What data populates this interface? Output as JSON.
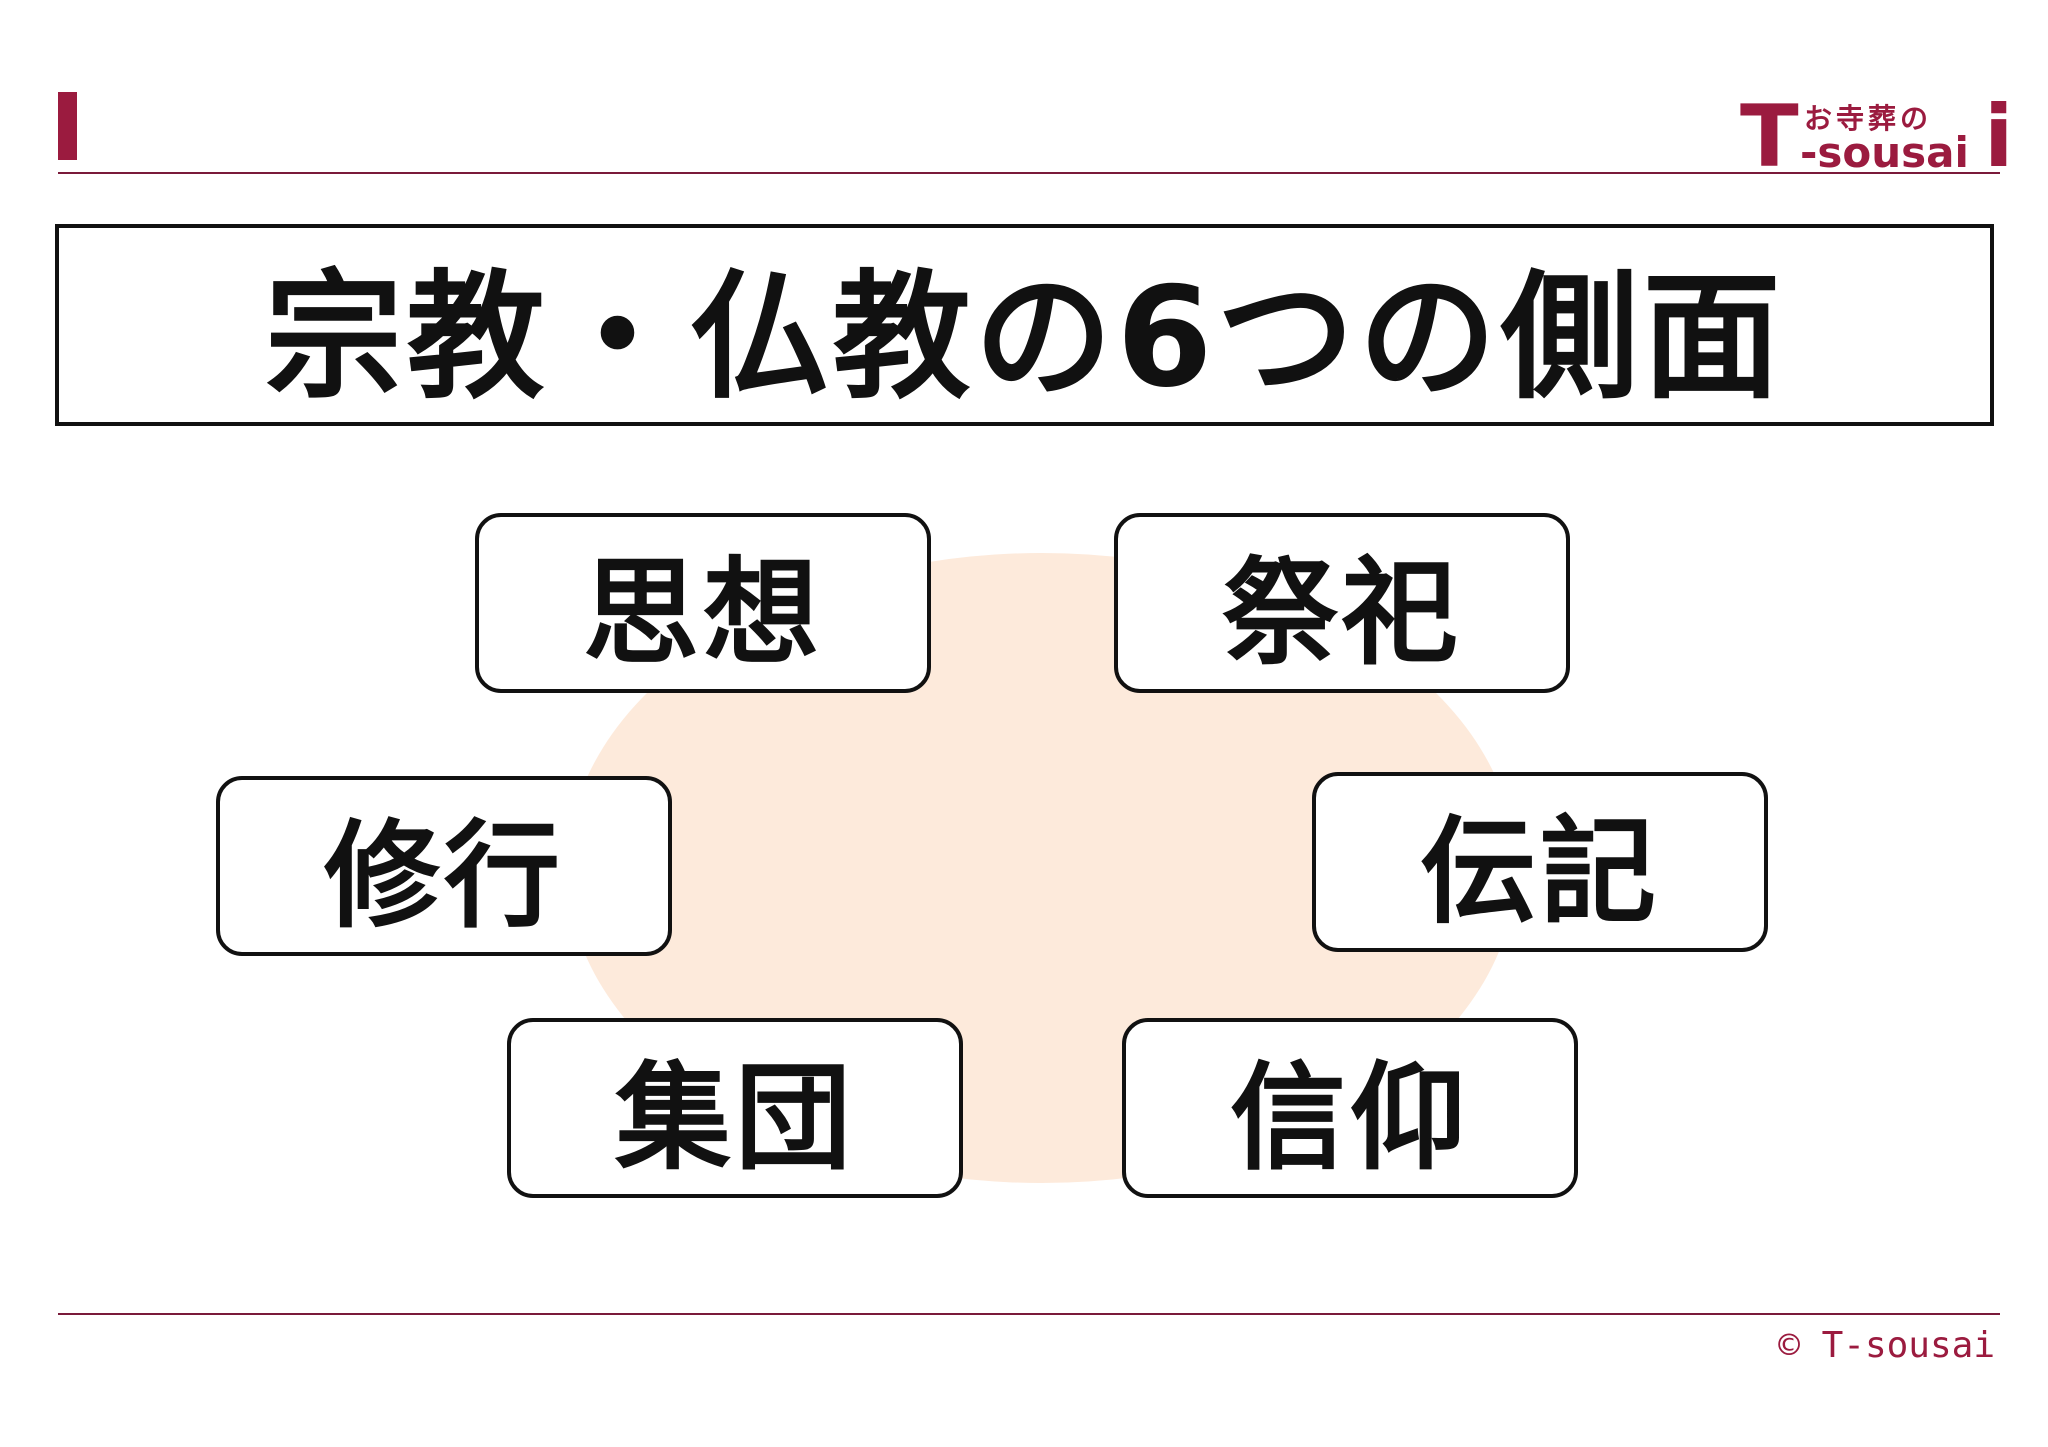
{
  "header": {
    "logo": {
      "t": "T",
      "ja": "お寺葬の",
      "en": "-sousai",
      "i": "i"
    }
  },
  "title": "宗教・仏教の6つの側面",
  "aspects": [
    {
      "label": "思想"
    },
    {
      "label": "祭祀"
    },
    {
      "label": "修行"
    },
    {
      "label": "伝記"
    },
    {
      "label": "集団"
    },
    {
      "label": "信仰"
    }
  ],
  "footer": {
    "copyright": "© T-sousai"
  },
  "colors": {
    "accent": "#9b1b3f",
    "circle": "#fdeadb",
    "text": "#111111"
  }
}
